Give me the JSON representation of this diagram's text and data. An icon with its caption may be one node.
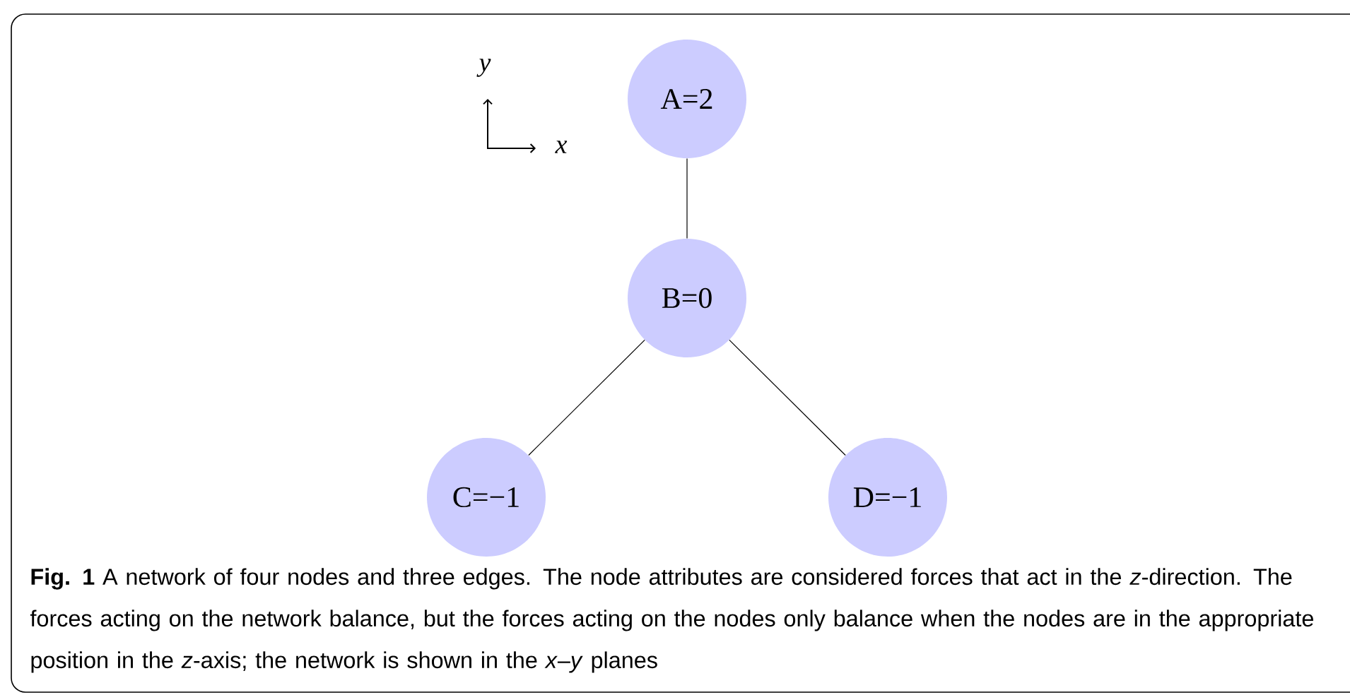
{
  "diagram": {
    "caption": "**Fig. 1**  A network of four nodes and three edges. The node attributes are considered forces that act in the *z*-direction. The forces acting on the network balance, but the forces acting on the nodes only balance when the nodes are in the appropriate position in the *z*-axis; the network is shown in the *x*–*y* planes",
    "nodes": [
      {
        "text": [
          "A=2"
        ]
      },
      {
        "text": [
          "B=0"
        ]
      },
      {
        "text": [
          "C=−1"
        ]
      },
      {
        "text": [
          "D=−1"
        ]
      }
    ],
    "edges": [
      {
        "from": 0,
        "to": 1,
        "arrow": "none"
      },
      {
        "from": 1,
        "to": 2,
        "arrow": "none"
      },
      {
        "from": 1,
        "to": 3,
        "arrow": "none"
      }
    ],
    "labels": [
      "y",
      "x"
    ]
  }
}
